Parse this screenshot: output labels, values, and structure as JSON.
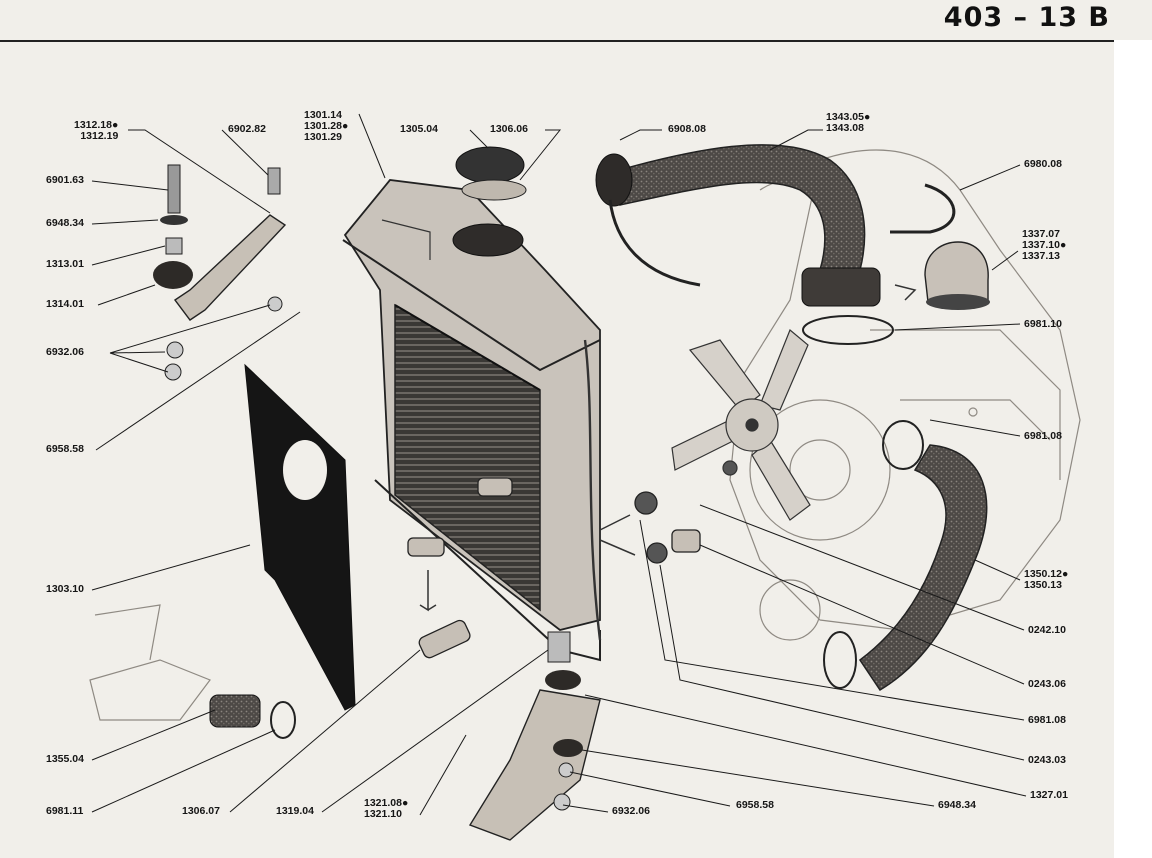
{
  "header": {
    "title": "403 – 13 B"
  },
  "parts": {
    "p1312_18": "1312.18●",
    "p1312_19": "1312.19",
    "p6902_82": "6902.82",
    "p6901_63": "6901.63",
    "p6948_34_left": "6948.34",
    "p1313_01": "1313.01",
    "p1314_01": "1314.01",
    "p6932_06_left": "6932.06",
    "p6958_58_left": "6958.58",
    "p1303_10": "1303.10",
    "p1355_04": "1355.04",
    "p6981_11": "6981.11",
    "p1306_07": "1306.07",
    "p1319_04": "1319.04",
    "p1321_08": "1321.08●",
    "p1321_10": "1321.10",
    "p6932_06_bottom": "6932.06",
    "p6958_58_bottom": "6958.58",
    "p6948_34_bottom": "6948.34",
    "p1327_01": "1327.01",
    "p1301_14": "1301.14",
    "p1301_28": "1301.28●",
    "p1301_29": "1301.29",
    "p1305_04": "1305.04",
    "p1306_06": "1306.06",
    "p6908_08": "6908.08",
    "p1343_05": "1343.05●",
    "p1343_08": "1343.08",
    "p6980_08": "6980.08",
    "p1337_07": "1337.07",
    "p1337_10": "1337.10●",
    "p1337_13": "1337.13",
    "p6981_10": "6981.10",
    "p6981_08": "6981.08",
    "p1350_12": "1350.12●",
    "p1350_13": "1350.13",
    "p0242_10": "0242.10",
    "p0243_06": "0243.06",
    "p6981_08b": "6981.08",
    "p0243_03": "0243.03"
  },
  "colors": {
    "paper": "#f1efea",
    "ink": "#1a1a1a",
    "metal": "#bdb6ad",
    "hose": "#4a4643"
  }
}
